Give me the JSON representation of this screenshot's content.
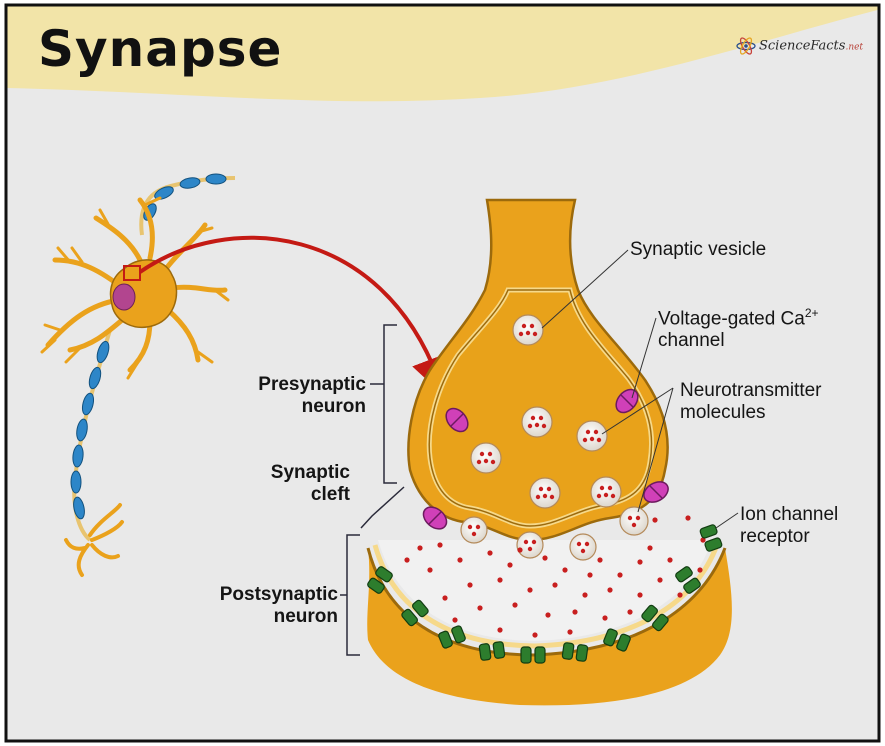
{
  "header": {
    "title": "Synapse",
    "brand": {
      "name": "ScienceFacts",
      "suffix": ".net",
      "icon": "atom-icon"
    }
  },
  "labels": {
    "synaptic_vesicle": "Synaptic vesicle",
    "voltage_gated_line1": "Voltage-gated Ca",
    "voltage_gated_sup": "2+",
    "voltage_gated_line2": "channel",
    "neurotransmitter_line1": "Neurotransmitter",
    "neurotransmitter_line2": "molecules",
    "ion_channel_line1": "Ion channel",
    "ion_channel_line2": "receptor",
    "presynaptic_line1": "Presynaptic",
    "presynaptic_line2": "neuron",
    "cleft_line1": "Synaptic",
    "cleft_line2": "cleft",
    "postsynaptic_line1": "Postsynaptic",
    "postsynaptic_line2": "neuron"
  },
  "colors": {
    "header_band": "#f2e4a8",
    "background": "#e9e9e9",
    "neuron_fill": "#eaa21c",
    "neuron_outline": "#9c6a0c",
    "membrane_light": "#f6d98a",
    "myelin": "#2d86c8",
    "nucleus": "#b2458f",
    "arrow": "#c41a14",
    "ca_channel": "#d040b8",
    "receptor": "#2d7d2d",
    "neurotransmitter": "#c81f1f",
    "vesicle": "#f4f0ea"
  }
}
